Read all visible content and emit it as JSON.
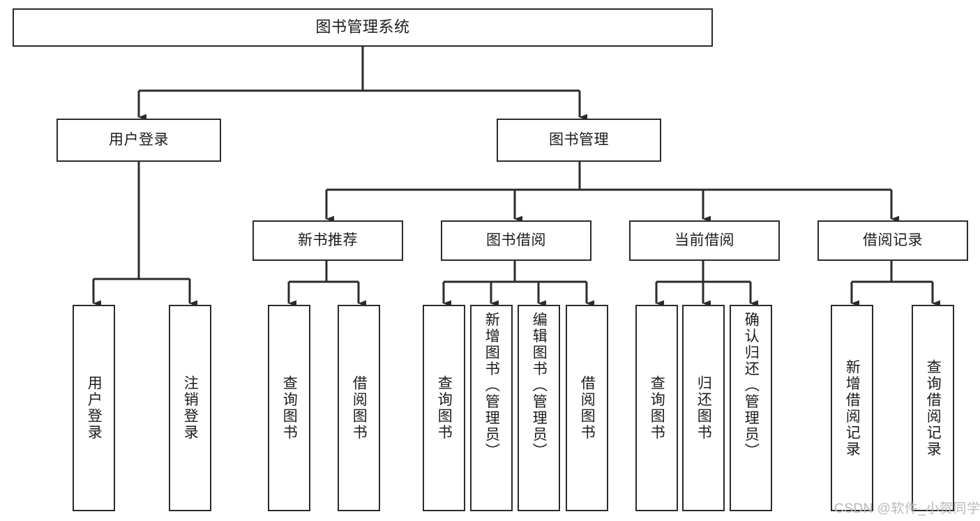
{
  "diagram": {
    "type": "tree",
    "title": "图书管理系统",
    "watermark": "CSDN @软件_小贺同学",
    "colors": {
      "box_border": "#2b2b2b",
      "box_fill": "#ffffff",
      "edge": "#2b2b2b",
      "text": "#1b1b1b",
      "watermark": "#b9b9b9",
      "background": "#ffffff"
    },
    "nodes": {
      "root": {
        "label": "图书管理系统"
      },
      "level2": [
        {
          "id": "user-login",
          "label": "用户登录"
        },
        {
          "id": "book-manage",
          "label": "图书管理"
        }
      ],
      "level3": [
        {
          "id": "new-book-recommend",
          "label": "新书推荐"
        },
        {
          "id": "book-borrow",
          "label": "图书借阅"
        },
        {
          "id": "current-borrow",
          "label": "当前借阅"
        },
        {
          "id": "borrow-record",
          "label": "借阅记录"
        }
      ],
      "leaves": {
        "user-login": [
          {
            "id": "leaf-user-login",
            "label": "用户登录"
          },
          {
            "id": "leaf-logout",
            "label": "注销登录"
          }
        ],
        "new-book-recommend": [
          {
            "id": "leaf-query-book-1",
            "label": "查询图书"
          },
          {
            "id": "leaf-borrow-book-1",
            "label": "借阅图书"
          }
        ],
        "book-borrow": [
          {
            "id": "leaf-query-book-2",
            "label": "查询图书"
          },
          {
            "id": "leaf-add-book",
            "label": "新增图书（管理员）"
          },
          {
            "id": "leaf-edit-book",
            "label": "编辑图书（管理员）"
          },
          {
            "id": "leaf-borrow-book-2",
            "label": "借阅图书"
          }
        ],
        "current-borrow": [
          {
            "id": "leaf-query-book-3",
            "label": "查询图书"
          },
          {
            "id": "leaf-return-book",
            "label": "归还图书"
          },
          {
            "id": "leaf-confirm-return",
            "label": "确认归还（管理员）"
          }
        ],
        "borrow-record": [
          {
            "id": "leaf-add-record",
            "label": "新增借阅记录"
          },
          {
            "id": "leaf-query-record",
            "label": "查询借阅记录"
          }
        ]
      }
    }
  }
}
